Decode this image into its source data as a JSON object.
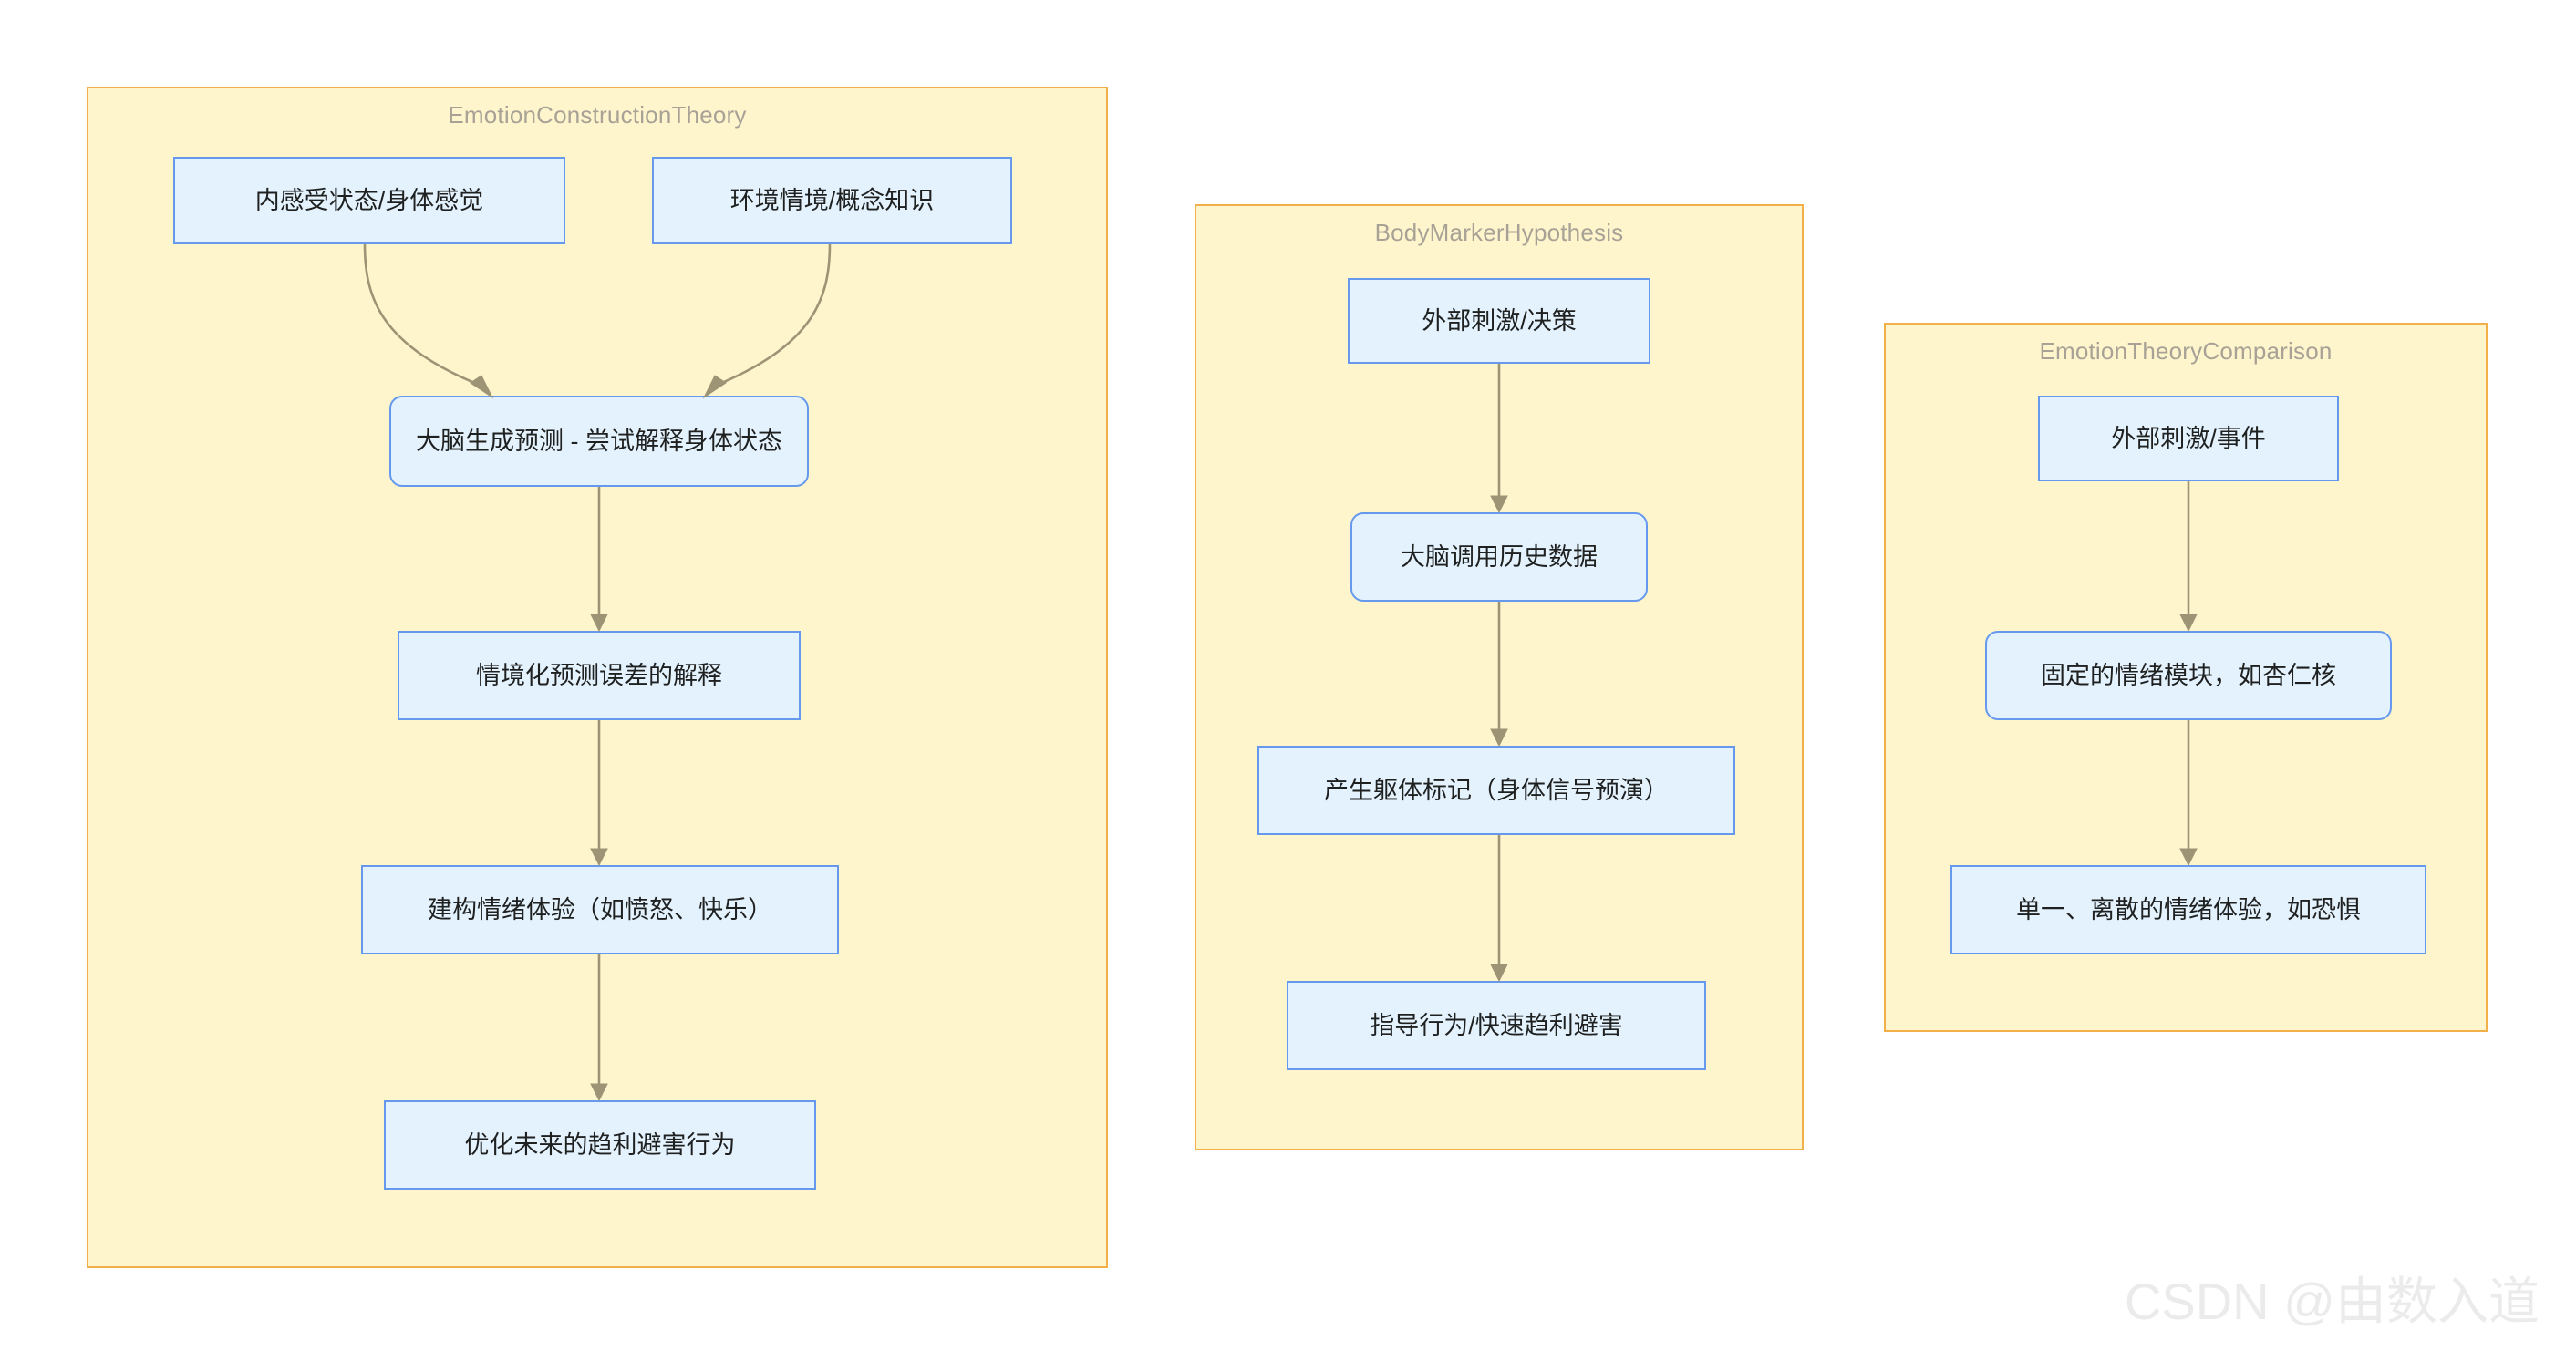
{
  "diagram": {
    "type": "flowchart",
    "background": "#ffffff",
    "colors": {
      "cluster_fill": "#FFF5CC",
      "cluster_border": "#F2B04A",
      "cluster_title_text": "#A8A296",
      "node_fill": "#E3F2FD",
      "node_border": "#6699EE",
      "node_text": "#1f2020",
      "edge_stroke": "#9C9475",
      "watermark_text": "#EBEBEB"
    },
    "clusters": [
      {
        "id": "emotion-construction-theory",
        "title": "EmotionConstructionTheory",
        "nodes": [
          {
            "id": "n1",
            "label": "内感受状态/身体感觉",
            "shape": "rect"
          },
          {
            "id": "n2",
            "label": "环境情境/概念知识",
            "shape": "rect"
          },
          {
            "id": "n3",
            "label": "大脑生成预测 - 尝试解释身体状态",
            "shape": "rounded"
          },
          {
            "id": "n4",
            "label": "情境化预测误差的解释",
            "shape": "rect"
          },
          {
            "id": "n5",
            "label": "建构情绪体验（如愤怒、快乐）",
            "shape": "rect"
          },
          {
            "id": "n6",
            "label": "优化未来的趋利避害行为",
            "shape": "rect"
          }
        ],
        "edges": [
          {
            "from": "n1",
            "to": "n3"
          },
          {
            "from": "n2",
            "to": "n3"
          },
          {
            "from": "n3",
            "to": "n4"
          },
          {
            "from": "n4",
            "to": "n5"
          },
          {
            "from": "n5",
            "to": "n6"
          }
        ]
      },
      {
        "id": "body-marker-hypothesis",
        "title": "BodyMarkerHypothesis",
        "nodes": [
          {
            "id": "b1",
            "label": "外部刺激/决策",
            "shape": "rect"
          },
          {
            "id": "b2",
            "label": "大脑调用历史数据",
            "shape": "rounded"
          },
          {
            "id": "b3",
            "label": "产生躯体标记（身体信号预演）",
            "shape": "rect"
          },
          {
            "id": "b4",
            "label": "指导行为/快速趋利避害",
            "shape": "rect"
          }
        ],
        "edges": [
          {
            "from": "b1",
            "to": "b2"
          },
          {
            "from": "b2",
            "to": "b3"
          },
          {
            "from": "b3",
            "to": "b4"
          }
        ]
      },
      {
        "id": "emotion-theory-comparison",
        "title": "EmotionTheoryComparison",
        "nodes": [
          {
            "id": "c1",
            "label": "外部刺激/事件",
            "shape": "rect"
          },
          {
            "id": "c2",
            "label": "固定的情绪模块，如杏仁核",
            "shape": "rounded"
          },
          {
            "id": "c3",
            "label": "单一、离散的情绪体验，如恐惧",
            "shape": "rect"
          }
        ],
        "edges": [
          {
            "from": "c1",
            "to": "c2"
          },
          {
            "from": "c2",
            "to": "c3"
          }
        ]
      }
    ],
    "watermark": "CSDN @由数入道"
  }
}
